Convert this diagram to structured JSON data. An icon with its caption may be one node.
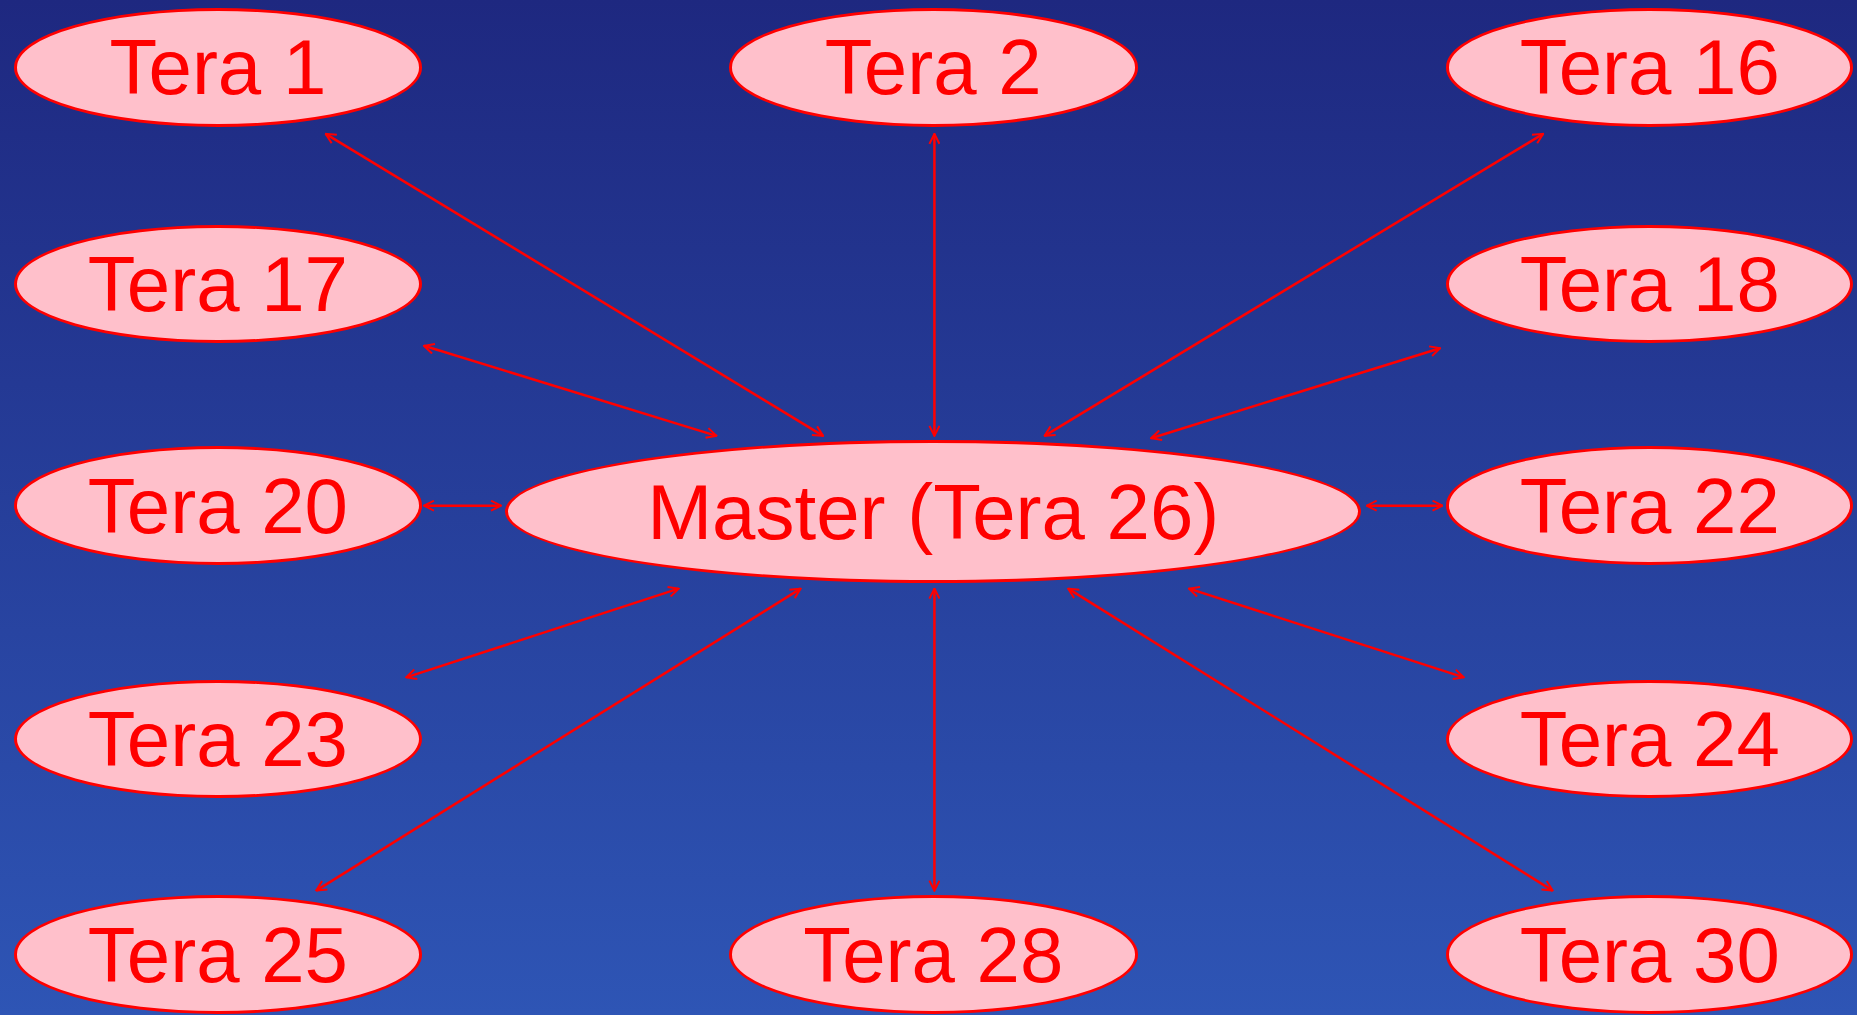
{
  "diagram": {
    "nodes": [
      {
        "text": [
          "Tera 1"
        ]
      },
      {
        "text": [
          "Tera 2"
        ]
      },
      {
        "text": [
          "Tera 16"
        ]
      },
      {
        "text": [
          "Tera 17"
        ]
      },
      {
        "text": [
          "Tera 18"
        ]
      },
      {
        "text": [
          "Tera 20"
        ]
      },
      {
        "text": [
          "Master (Tera 26)"
        ]
      },
      {
        "text": [
          "Tera 22"
        ]
      },
      {
        "text": [
          "Tera 23"
        ]
      },
      {
        "text": [
          "Tera 24"
        ]
      },
      {
        "text": [
          "Tera 25"
        ]
      },
      {
        "text": [
          "Tera 28"
        ]
      },
      {
        "text": [
          "Tera 30"
        ]
      }
    ],
    "edges": [
      {
        "from": 6,
        "to": 0,
        "arrow": "both"
      },
      {
        "from": 6,
        "to": 1,
        "arrow": "both"
      },
      {
        "from": 6,
        "to": 2,
        "arrow": "both"
      },
      {
        "from": 6,
        "to": 3,
        "arrow": "both"
      },
      {
        "from": 6,
        "to": 4,
        "arrow": "both"
      },
      {
        "from": 6,
        "to": 5,
        "arrow": "both"
      },
      {
        "from": 6,
        "to": 7,
        "arrow": "both"
      },
      {
        "from": 6,
        "to": 8,
        "arrow": "both"
      },
      {
        "from": 6,
        "to": 9,
        "arrow": "both"
      },
      {
        "from": 6,
        "to": 10,
        "arrow": "both"
      },
      {
        "from": 6,
        "to": 11,
        "arrow": "both"
      },
      {
        "from": 6,
        "to": 12,
        "arrow": "both"
      }
    ]
  }
}
